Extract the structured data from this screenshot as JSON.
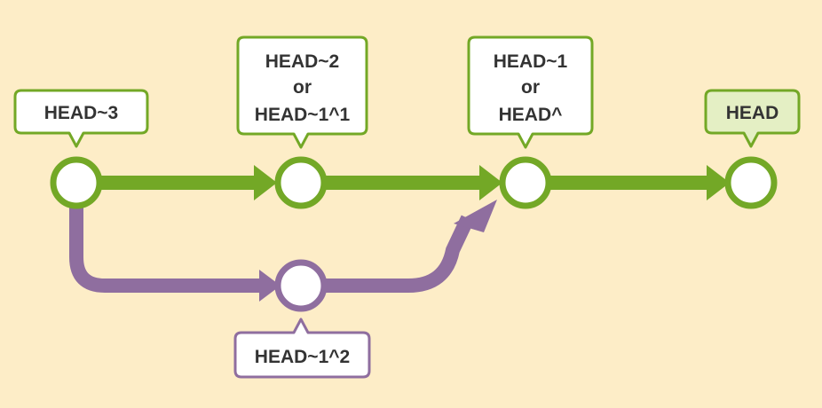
{
  "diagram": {
    "colors": {
      "background": "#fdedc7",
      "main_branch": "#73a826",
      "side_branch": "#8f6e9f",
      "node_fill": "#ffffff",
      "label_fill": "#ffffff",
      "head_label_fill": "#e4efc4",
      "text": "#333333"
    },
    "labels": {
      "head3": "HEAD~3",
      "head2_line1": "HEAD~2",
      "head2_line2": "or",
      "head2_line3": "HEAD~1^1",
      "head1_line1": "HEAD~1",
      "head1_line2": "or",
      "head1_line3": "HEAD^",
      "head": "HEAD",
      "head1_2": "HEAD~1^2"
    }
  }
}
